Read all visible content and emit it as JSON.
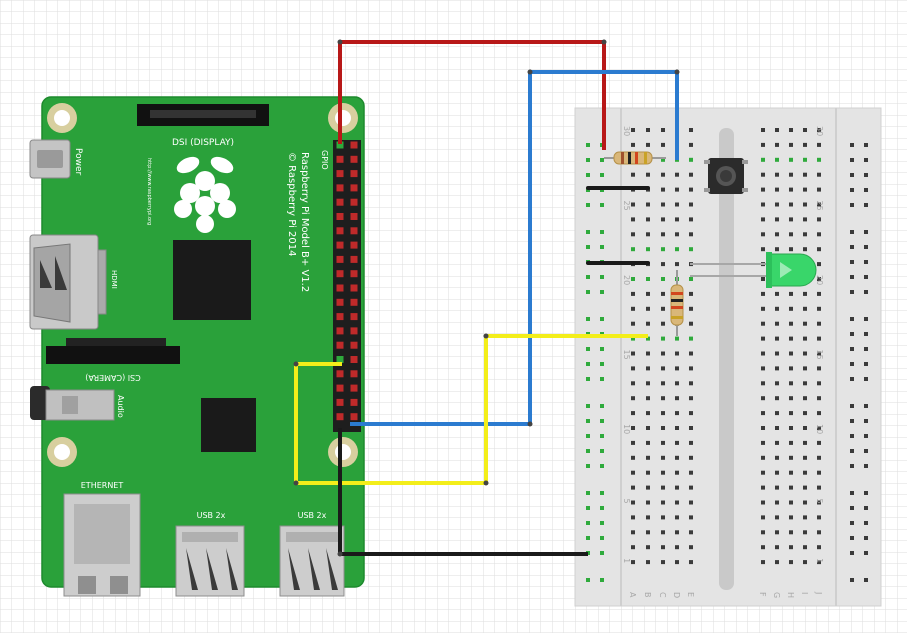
{
  "pi": {
    "power": "Power",
    "dsi": "DSI (DISPLAY)",
    "url": "http://www.raspberrypi.org",
    "gpio": "GPIO",
    "model": "Raspberry Pi Model B+ V1.2",
    "copyright": "© Raspberry Pi 2014",
    "hdmi": "HDMI",
    "csi": "CSI (CAMERA)",
    "audio": "Audio",
    "ethernet": "ETHERNET",
    "usb1": "USB 2x",
    "usb2": "USB 2x"
  },
  "breadboard": {
    "row_numbers": [
      "30",
      "25",
      "20",
      "15",
      "10",
      "5",
      "1"
    ],
    "column_letters_left": [
      "A",
      "B",
      "C",
      "D",
      "E"
    ],
    "column_letters_right": [
      "F",
      "G",
      "H",
      "I",
      "J"
    ]
  },
  "wires": [
    {
      "name": "red-wire",
      "color": "#cc1111"
    },
    {
      "name": "blue-wire",
      "color": "#2b7bd0"
    },
    {
      "name": "yellow-wire",
      "color": "#f3ee1a"
    },
    {
      "name": "black-wire",
      "color": "#1a1a1a"
    }
  ],
  "colors": {
    "board_green": "#2aa13a",
    "breadboard": "#e6e6e6",
    "led_green": "#39d66a"
  }
}
